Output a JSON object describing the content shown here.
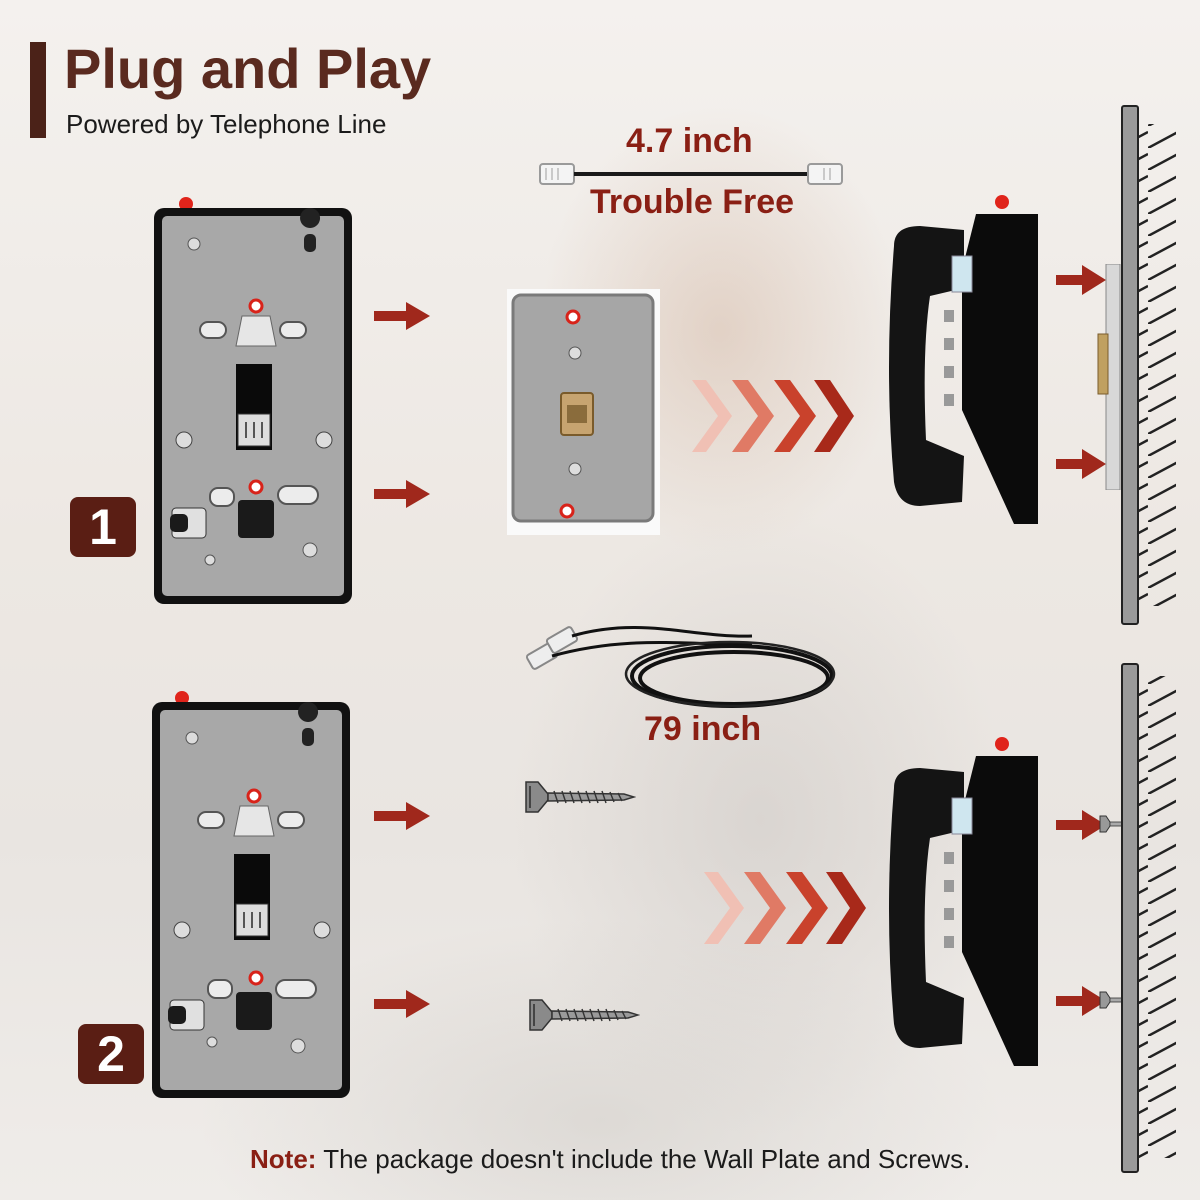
{
  "header": {
    "title": "Plug and Play",
    "subtitle": "Powered by Telephone Line"
  },
  "cables": {
    "short_length": "4.7 inch",
    "short_caption": "Trouble Free",
    "long_length": "79 inch"
  },
  "steps": [
    {
      "number": "1"
    },
    {
      "number": "2"
    }
  ],
  "footer": {
    "note_label": "Note:",
    "note_text": "The package doesn't include the Wall Plate and Screws."
  },
  "icons": {
    "step1": [
      "phone-back-plate-icon",
      "arrow-right-icon",
      "wall-plate-jack-icon",
      "chevron-arrows-icon",
      "wall-phone-side-icon",
      "wall-hatch-icon"
    ],
    "step2": [
      "phone-back-plate-icon",
      "arrow-right-icon",
      "screw-icon",
      "chevron-arrows-icon",
      "wall-phone-side-icon",
      "wall-hatch-icon"
    ],
    "cables": [
      "short-cable-icon",
      "coiled-cable-icon"
    ]
  },
  "colors": {
    "brand_brown": "#5a2a1f",
    "accent_red": "#8a1f14",
    "arrow_red": "#a0281c",
    "phone_black": "#0d0d0d",
    "plate_steel": "#a9a9a9"
  }
}
